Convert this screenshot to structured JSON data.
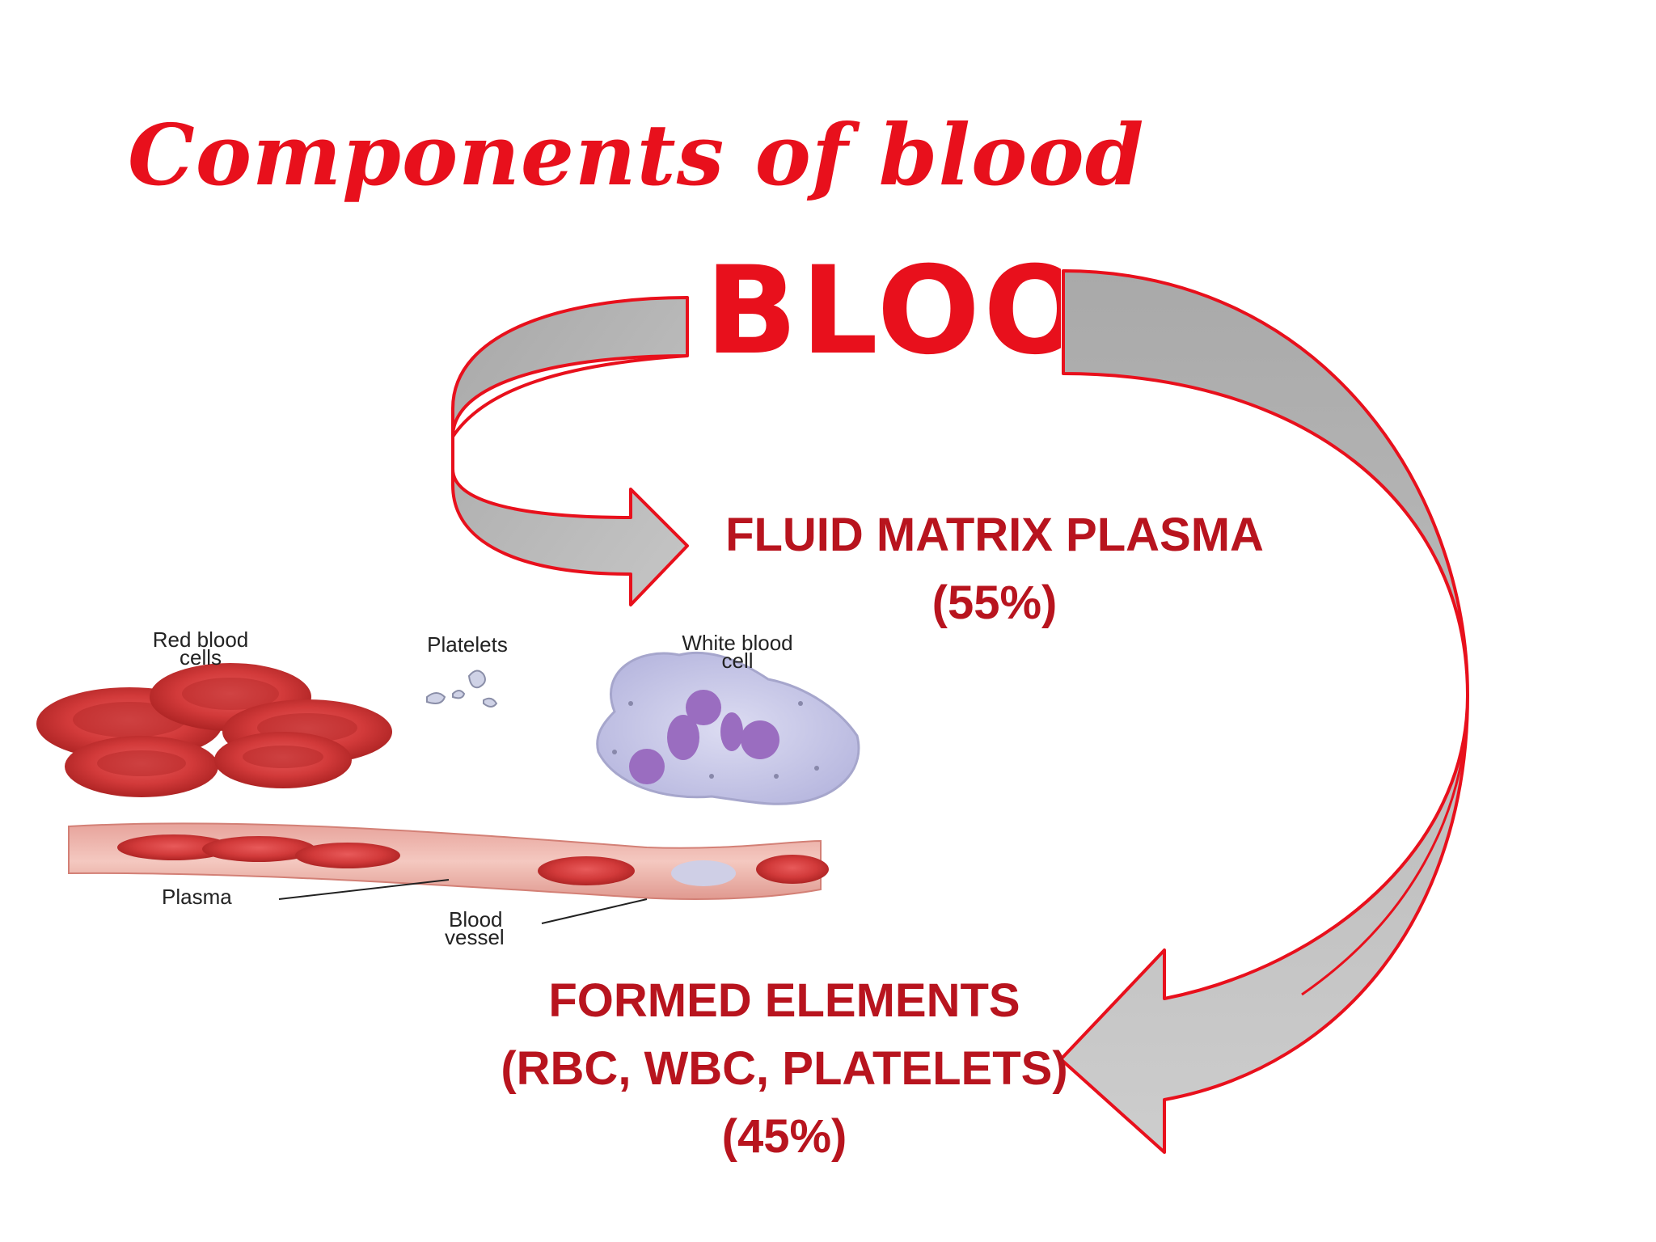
{
  "title": "Components of blood",
  "center": {
    "label": "BLOOD"
  },
  "branches": [
    {
      "name": "FLUID MATRIX PLASMA",
      "percent": "(55%)"
    },
    {
      "name": "FORMED ELEMENTS",
      "detail": "(RBC, WBC, PLATELETS)",
      "percent": "(45%)"
    }
  ],
  "illustration": {
    "labels": {
      "rbc": [
        "Red blood",
        "cells"
      ],
      "platelets": "Platelets",
      "wbc": [
        "White blood",
        "cell"
      ],
      "plasma": "Plasma",
      "vessel": [
        "Blood",
        "vessel"
      ]
    }
  },
  "colors": {
    "title": "#e8101c",
    "labels": "#b8141e",
    "arrow_fill": "#b4b4b4",
    "arrow_stroke": "#e8101c"
  }
}
